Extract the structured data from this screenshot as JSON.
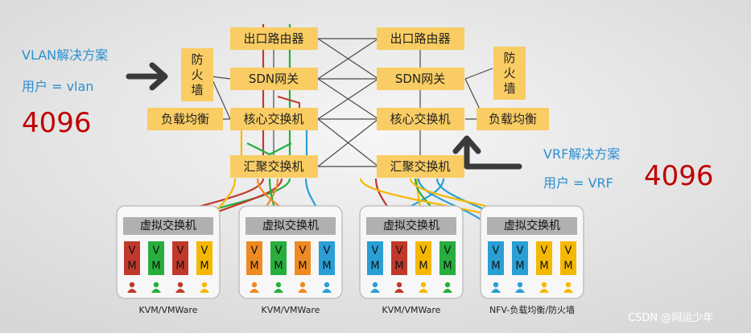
{
  "left_label": {
    "title": "VLAN解决方案",
    "users": "用户 = vlan",
    "count": "4096"
  },
  "right_label": {
    "title": "VRF解决方案",
    "users": "用户 = VRF",
    "count": "4096"
  },
  "left_column": {
    "router": "出口路由器",
    "sdn": "SDN网关",
    "core": "核心交换机",
    "agg": "汇聚交换机",
    "firewall": "防\n火\n墙",
    "lb": "负载均衡"
  },
  "right_column": {
    "router": "出口路由器",
    "sdn": "SDN网关",
    "core": "核心交换机",
    "agg": "汇聚交换机",
    "firewall": "防\n火\n墙",
    "lb": "负载均衡"
  },
  "hosts": [
    {
      "title": "虚拟交换机",
      "footer": "KVM/VMWare",
      "vms": [
        {
          "label": "V\nM",
          "color": "#c0392b"
        },
        {
          "label": "V\nM",
          "color": "#27ae3d"
        },
        {
          "label": "V\nM",
          "color": "#c0392b"
        },
        {
          "label": "V\nM",
          "color": "#f5b800"
        }
      ]
    },
    {
      "title": "虚拟交换机",
      "footer": "KVM/VMWare",
      "vms": [
        {
          "label": "V\nM",
          "color": "#ef8a23"
        },
        {
          "label": "V\nM",
          "color": "#27ae3d"
        },
        {
          "label": "V\nM",
          "color": "#ef8a23"
        },
        {
          "label": "V\nM",
          "color": "#2a9fd6"
        }
      ]
    },
    {
      "title": "虚拟交换机",
      "footer": "KVM/VMWare",
      "vms": [
        {
          "label": "V\nM",
          "color": "#2a9fd6"
        },
        {
          "label": "V\nM",
          "color": "#c0392b"
        },
        {
          "label": "V\nM",
          "color": "#f5b800"
        },
        {
          "label": "V\nM",
          "color": "#27ae3d"
        }
      ]
    },
    {
      "title": "虚拟交换机",
      "footer": "NFV-负载均衡/防火墙",
      "vms": [
        {
          "label": "V\nM",
          "color": "#2a9fd6"
        },
        {
          "label": "V\nM",
          "color": "#2a9fd6"
        },
        {
          "label": "V\nM",
          "color": "#f5b800"
        },
        {
          "label": "V\nM",
          "color": "#f5b800"
        }
      ]
    }
  ],
  "watermark": "CSDN @网运少年",
  "colors": {
    "box": "#f9cd63",
    "arrow": "#3a3a3a",
    "red": "#c0392b",
    "green": "#27ae3d",
    "orange": "#ef8a23",
    "blue": "#2a9fd6",
    "yellow": "#f5b800",
    "link": "#4a4a4a"
  }
}
